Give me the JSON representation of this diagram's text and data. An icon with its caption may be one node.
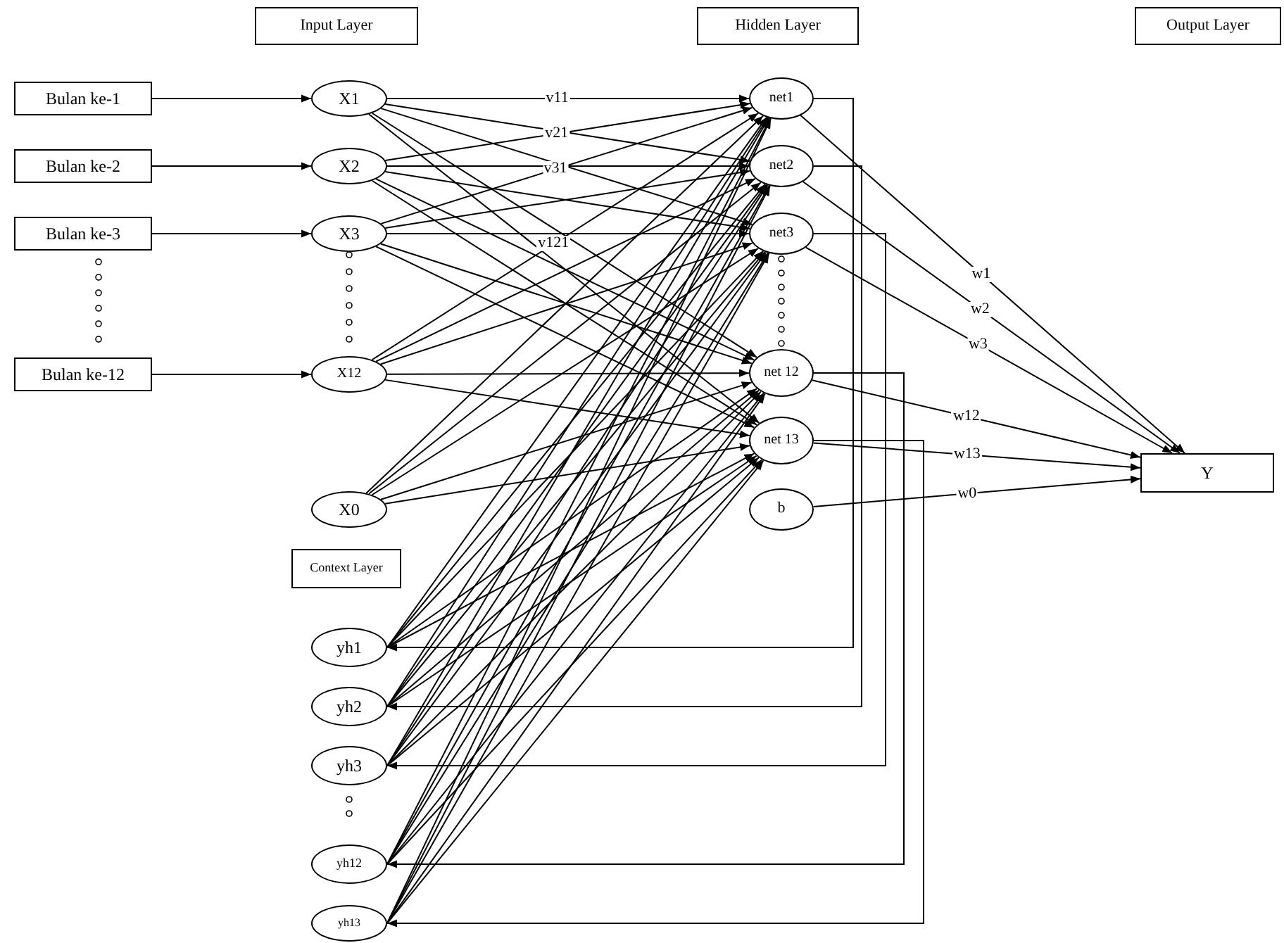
{
  "diagram": {
    "nodes": [
      {
        "text": [
          "Input Layer"
        ]
      },
      {
        "text": [
          "Hidden Layer"
        ]
      },
      {
        "text": [
          "Output Layer"
        ]
      },
      {
        "text": [
          "Bulan ke-1"
        ]
      },
      {
        "text": [
          "Bulan ke-2"
        ]
      },
      {
        "text": [
          "Bulan ke-3"
        ]
      },
      {
        "text": [
          "Bulan ke-12"
        ]
      },
      {
        "text": [
          "X1"
        ]
      },
      {
        "text": [
          "X2"
        ]
      },
      {
        "text": [
          "X3"
        ]
      },
      {
        "text": [
          "X12"
        ]
      },
      {
        "text": [
          "X0"
        ]
      },
      {
        "text": [
          "Context Layer"
        ]
      },
      {
        "text": [
          "yh1"
        ]
      },
      {
        "text": [
          "yh2"
        ]
      },
      {
        "text": [
          "yh3"
        ]
      },
      {
        "text": [
          "yh12"
        ]
      },
      {
        "text": [
          "yh13"
        ]
      },
      {
        "text": [
          "net1"
        ]
      },
      {
        "text": [
          "net2"
        ]
      },
      {
        "text": [
          "net3"
        ]
      },
      {
        "text": [
          "net 12"
        ]
      },
      {
        "text": [
          "net 13"
        ]
      },
      {
        "text": [
          "b"
        ]
      },
      {
        "text": [
          "Y"
        ]
      }
    ],
    "edges": [
      {
        "from": 3,
        "to": 7,
        "arrow": "to"
      },
      {
        "from": 4,
        "to": 8,
        "arrow": "to"
      },
      {
        "from": 5,
        "to": 9,
        "arrow": "to"
      },
      {
        "from": 6,
        "to": 10,
        "arrow": "to"
      },
      {
        "from": 7,
        "to": 18,
        "arrow": "to",
        "label": "v11"
      },
      {
        "from": 7,
        "to": 19,
        "arrow": "to"
      },
      {
        "from": 7,
        "to": 20,
        "arrow": "to"
      },
      {
        "from": 7,
        "to": 21,
        "arrow": "to"
      },
      {
        "from": 7,
        "to": 22,
        "arrow": "to"
      },
      {
        "from": 8,
        "to": 18,
        "arrow": "to",
        "label": "v21"
      },
      {
        "from": 8,
        "to": 19,
        "arrow": "to"
      },
      {
        "from": 8,
        "to": 20,
        "arrow": "to"
      },
      {
        "from": 8,
        "to": 21,
        "arrow": "to"
      },
      {
        "from": 8,
        "to": 22,
        "arrow": "to"
      },
      {
        "from": 9,
        "to": 18,
        "arrow": "to",
        "label": "v31"
      },
      {
        "from": 9,
        "to": 19,
        "arrow": "to"
      },
      {
        "from": 9,
        "to": 20,
        "arrow": "to"
      },
      {
        "from": 9,
        "to": 21,
        "arrow": "to"
      },
      {
        "from": 9,
        "to": 22,
        "arrow": "to"
      },
      {
        "from": 10,
        "to": 18,
        "arrow": "to",
        "label": "v121"
      },
      {
        "from": 10,
        "to": 19,
        "arrow": "to"
      },
      {
        "from": 10,
        "to": 20,
        "arrow": "to"
      },
      {
        "from": 10,
        "to": 21,
        "arrow": "to"
      },
      {
        "from": 10,
        "to": 22,
        "arrow": "to"
      },
      {
        "from": 11,
        "to": 18,
        "arrow": "to"
      },
      {
        "from": 11,
        "to": 19,
        "arrow": "to"
      },
      {
        "from": 11,
        "to": 20,
        "arrow": "to"
      },
      {
        "from": 11,
        "to": 21,
        "arrow": "to"
      },
      {
        "from": 11,
        "to": 22,
        "arrow": "to"
      },
      {
        "from": 13,
        "to": 18,
        "arrow": "to"
      },
      {
        "from": 13,
        "to": 19,
        "arrow": "to"
      },
      {
        "from": 13,
        "to": 20,
        "arrow": "to"
      },
      {
        "from": 13,
        "to": 21,
        "arrow": "to"
      },
      {
        "from": 13,
        "to": 22,
        "arrow": "to"
      },
      {
        "from": 14,
        "to": 18,
        "arrow": "to"
      },
      {
        "from": 14,
        "to": 19,
        "arrow": "to"
      },
      {
        "from": 14,
        "to": 20,
        "arrow": "to"
      },
      {
        "from": 14,
        "to": 21,
        "arrow": "to"
      },
      {
        "from": 14,
        "to": 22,
        "arrow": "to"
      },
      {
        "from": 15,
        "to": 18,
        "arrow": "to"
      },
      {
        "from": 15,
        "to": 19,
        "arrow": "to"
      },
      {
        "from": 15,
        "to": 20,
        "arrow": "to"
      },
      {
        "from": 15,
        "to": 21,
        "arrow": "to"
      },
      {
        "from": 15,
        "to": 22,
        "arrow": "to"
      },
      {
        "from": 16,
        "to": 18,
        "arrow": "to"
      },
      {
        "from": 16,
        "to": 19,
        "arrow": "to"
      },
      {
        "from": 16,
        "to": 20,
        "arrow": "to"
      },
      {
        "from": 16,
        "to": 21,
        "arrow": "to"
      },
      {
        "from": 16,
        "to": 22,
        "arrow": "to"
      },
      {
        "from": 17,
        "to": 18,
        "arrow": "to"
      },
      {
        "from": 17,
        "to": 19,
        "arrow": "to"
      },
      {
        "from": 17,
        "to": 20,
        "arrow": "to"
      },
      {
        "from": 17,
        "to": 21,
        "arrow": "to"
      },
      {
        "from": 17,
        "to": 22,
        "arrow": "to"
      },
      {
        "from": 18,
        "to": 24,
        "arrow": "to",
        "label": "w1"
      },
      {
        "from": 19,
        "to": 24,
        "arrow": "to",
        "label": "w2"
      },
      {
        "from": 20,
        "to": 24,
        "arrow": "to",
        "label": "w3"
      },
      {
        "from": 21,
        "to": 24,
        "arrow": "to",
        "label": "w12"
      },
      {
        "from": 22,
        "to": 24,
        "arrow": "to",
        "label": "w13"
      },
      {
        "from": 23,
        "to": 24,
        "arrow": "to",
        "label": "w0"
      },
      {
        "from": 18,
        "to": 13,
        "arrow": "to"
      },
      {
        "from": 19,
        "to": 14,
        "arrow": "to"
      },
      {
        "from": 20,
        "to": 15,
        "arrow": "to"
      },
      {
        "from": 21,
        "to": 16,
        "arrow": "to"
      },
      {
        "from": 22,
        "to": 17,
        "arrow": "to"
      }
    ]
  }
}
